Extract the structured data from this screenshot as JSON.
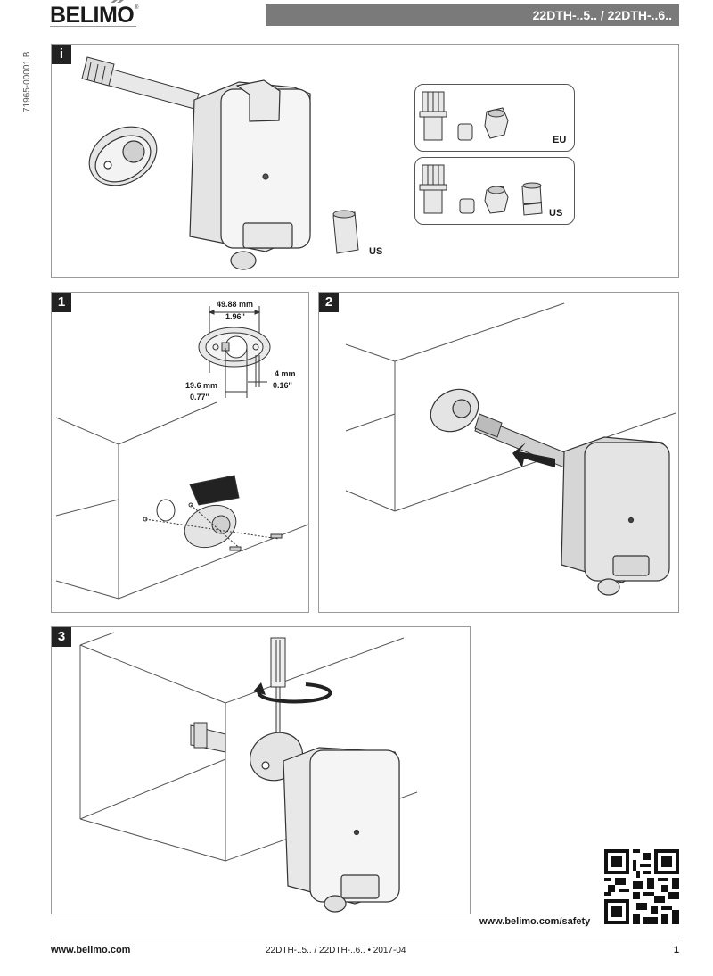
{
  "header": {
    "brand": "BELIMO",
    "registered_mark": "®",
    "product_title": "22DTH-..5.. / 22DTH-..6.."
  },
  "side": {
    "document_code": "71965-00001.B"
  },
  "panels": [
    {
      "badge": "i",
      "description": "Duct sensor with mounting flange and accessory kits",
      "labels": {
        "kit_eu": "EU",
        "kit_us": "US",
        "adapter_us": "US"
      }
    },
    {
      "badge": "1",
      "description": "Mount flange on duct",
      "dimensions": {
        "width_mm": "49.88 mm",
        "width_in": "1.96''",
        "hole_mm": "19.6 mm",
        "hole_in": "0.77''",
        "screw_mm": "4 mm",
        "screw_in": "0.16''"
      }
    },
    {
      "badge": "2",
      "description": "Insert sensor probe into flange"
    },
    {
      "badge": "3",
      "description": "Tighten flange screw with screwdriver"
    }
  ],
  "safety": {
    "link": "www.belimo.com/safety",
    "qr_icon": "qr-code"
  },
  "footer": {
    "website": "www.belimo.com",
    "doc_ref": "22DTH-..5.. / 22DTH-..6.. • 2017-04",
    "page": "1"
  },
  "colors": {
    "header_bar": "#7a7a7a",
    "badge_bg": "#222222",
    "panel_border": "#9a9a9a"
  }
}
